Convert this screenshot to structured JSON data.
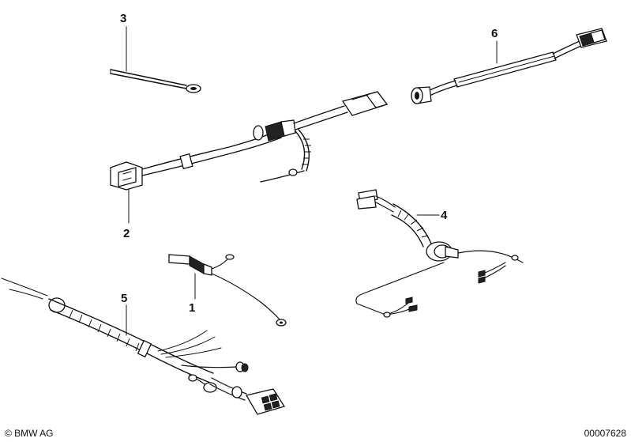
{
  "callouts": {
    "c1": "1",
    "c2": "2",
    "c3": "3",
    "c4": "4",
    "c5": "5",
    "c6": "6"
  },
  "footer": {
    "copyright": "© BMW AG",
    "drawing_number": "00007628"
  }
}
